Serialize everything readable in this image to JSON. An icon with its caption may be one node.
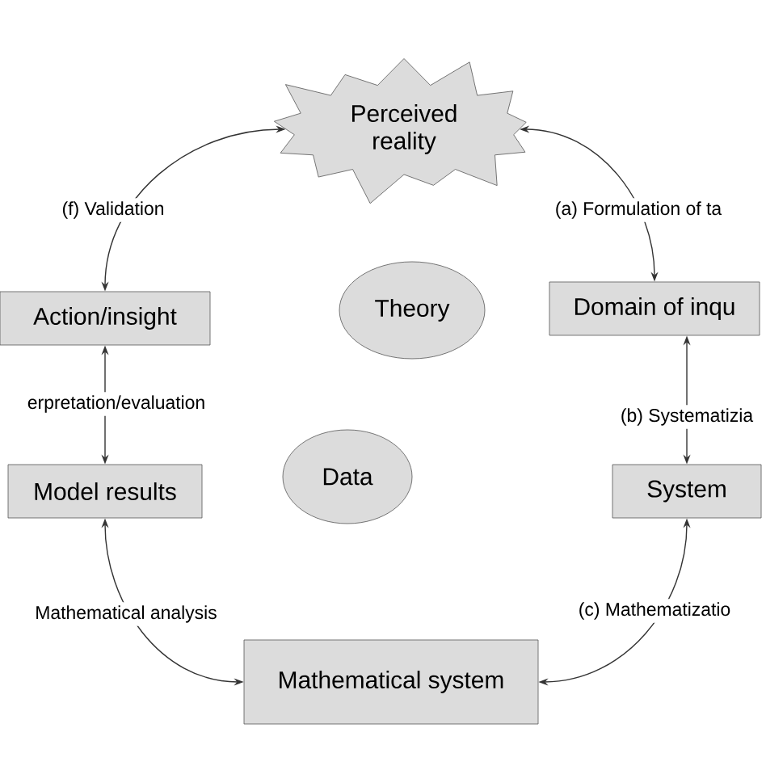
{
  "diagram": {
    "nodes": [
      {
        "text": [
          "Perceived reality"
        ]
      },
      {
        "text": [
          "Action/insight"
        ]
      },
      {
        "text": [
          "Theory"
        ]
      },
      {
        "text": [
          "Domain of inqu"
        ]
      },
      {
        "text": [
          "Data"
        ]
      },
      {
        "text": [
          "Model results"
        ]
      },
      {
        "text": [
          "System"
        ]
      },
      {
        "text": [
          "Mathematical system"
        ]
      }
    ],
    "edges": [
      {
        "from": 0,
        "to": 3,
        "arrow": "both",
        "label": "(a) Formulation of ta"
      },
      {
        "from": 3,
        "to": 6,
        "arrow": "both",
        "label": "(b) Systematizia"
      },
      {
        "from": 6,
        "to": 7,
        "arrow": "both",
        "label": "(c) Mathematizatio"
      },
      {
        "from": 7,
        "to": 5,
        "arrow": "both",
        "label": "Mathematical analysis"
      },
      {
        "from": 5,
        "to": 1,
        "arrow": "both",
        "label": "erpretation/evaluation"
      },
      {
        "from": 1,
        "to": 0,
        "arrow": "both",
        "label": "(f) Validation"
      }
    ]
  }
}
